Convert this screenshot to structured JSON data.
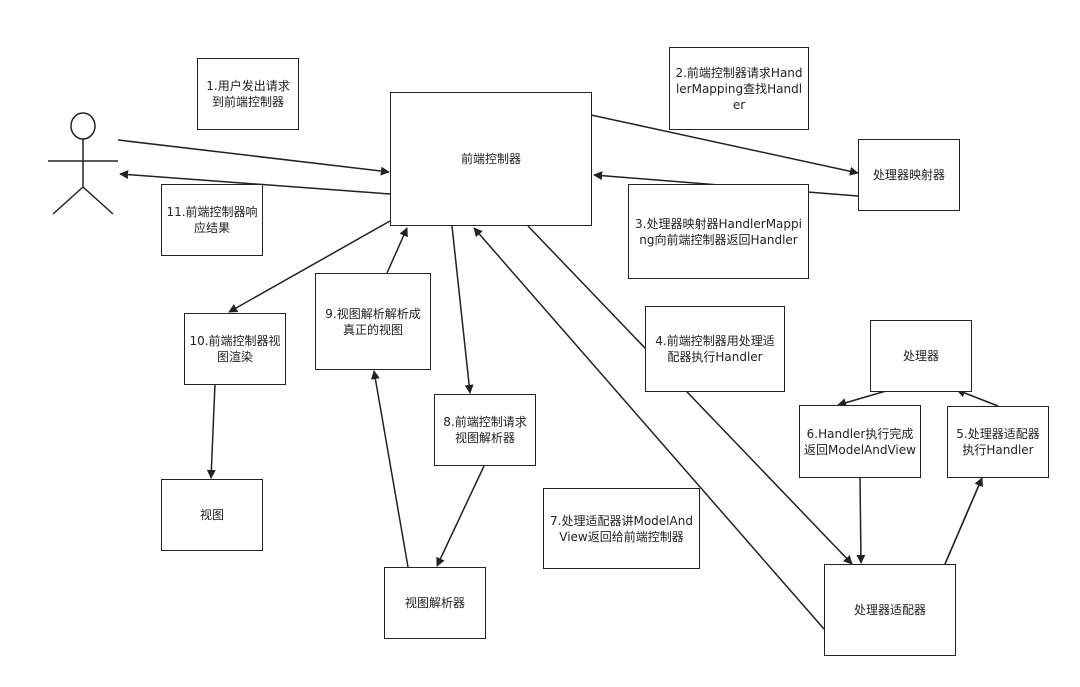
{
  "nodes": {
    "front_controller": "前端控制器",
    "handler_mapping": "处理器映射器",
    "handler": "处理器",
    "handler_adapter": "处理器适配器",
    "view_resolver": "视图解析器",
    "view": "视图"
  },
  "steps": {
    "s1": "1.用户发出请求到前端控制器",
    "s2": "2.前端控制器请求HandlerMapping查找Handler",
    "s3": "3.处理器映射器HandlerMapping向前端控制器返回Handler",
    "s4": "4.前端控制器用处理适配器执行Handler",
    "s5": "5.处理器适配器执行Handler",
    "s6": "6.Handler执行完成返回ModelAndView",
    "s7": "7.处理适配器讲ModelAndView返回给前端控制器",
    "s8": "8.前端控制请求视图解析器",
    "s9": "9.视图解析解析成真正的视图",
    "s10": "10.前端控制器视图渲染",
    "s11": "11.前端控制器响应结果"
  },
  "colors": {
    "stroke": "#222222",
    "background": "#ffffff"
  }
}
